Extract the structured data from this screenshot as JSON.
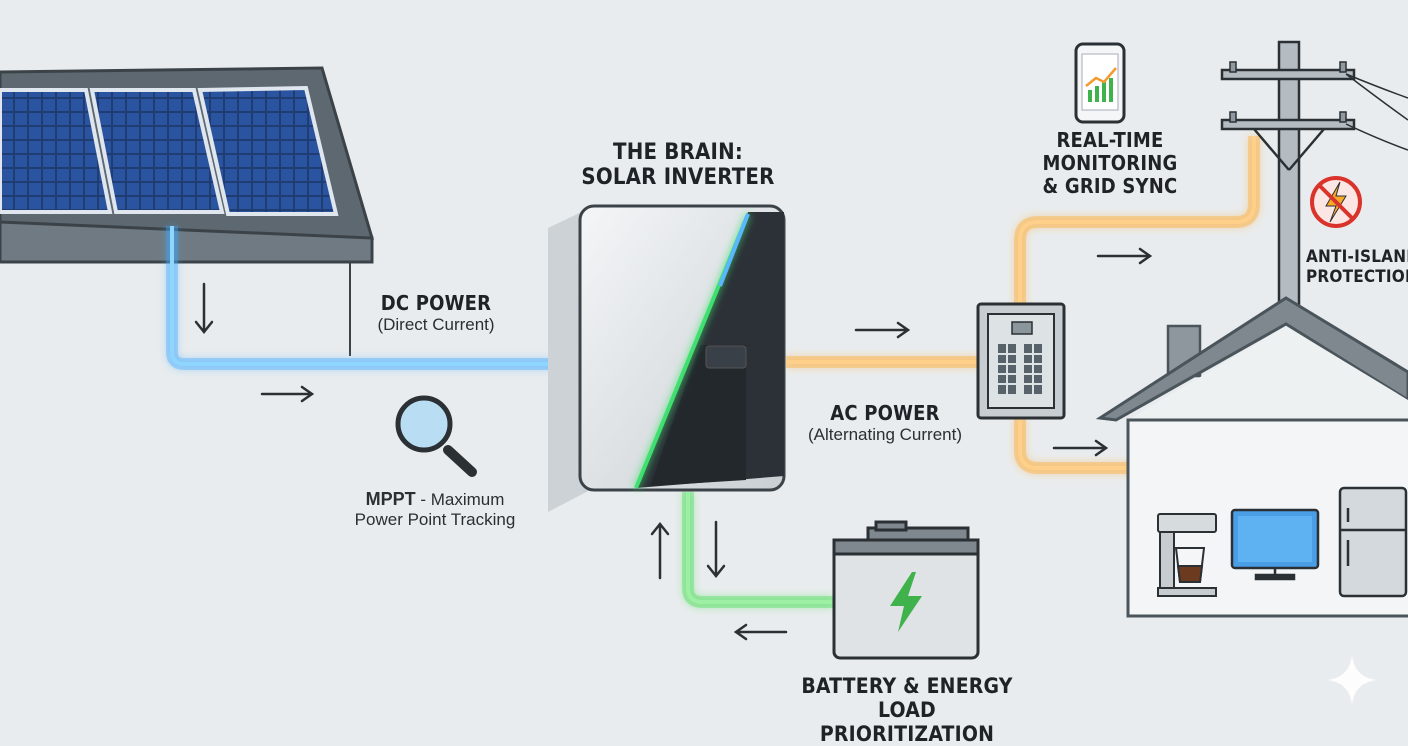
{
  "brain": {
    "line1": "THE BRAIN:",
    "line2": "SOLAR INVERTER"
  },
  "dc": {
    "title": "DC POWER",
    "subtitle": "(Direct Current)"
  },
  "mppt": {
    "bold": "MPPT",
    "rest": " - Maximum",
    "line2": "Power Point Tracking"
  },
  "ac": {
    "title": "AC POWER",
    "subtitle": "(Alternating Current)"
  },
  "monitoring": {
    "line1": "REAL-TIME",
    "line2": "MONITORING",
    "line3": "& GRID SYNC"
  },
  "anti": {
    "line1": "ANTI-ISLANDING",
    "line2": "PROTECTION"
  },
  "battery": {
    "line1": "BATTERY & ENERGY",
    "line2": "LOAD PRIORITIZATION"
  },
  "colors": {
    "dc": "#3aa8ff",
    "ac": "#ffa726",
    "battery": "#3ddc4a",
    "background": "#e9ecee"
  },
  "icons": [
    "solar-panel-icon",
    "inverter-icon",
    "magnifier-icon",
    "smartphone-chart-icon",
    "breaker-panel-icon",
    "utility-pole-icon",
    "no-power-icon",
    "house-icon",
    "battery-icon",
    "coffee-maker-icon",
    "monitor-icon",
    "fridge-icon",
    "sparkle-icon"
  ]
}
